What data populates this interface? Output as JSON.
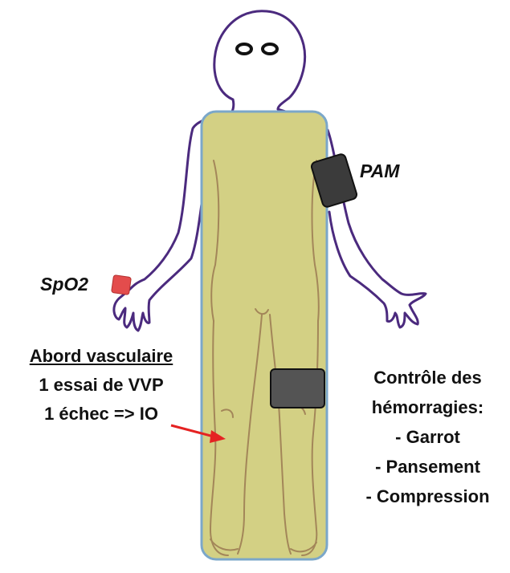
{
  "labels": {
    "pam": "PAM",
    "spo2": "SpO2"
  },
  "vascular_access": {
    "title": "Abord vasculaire",
    "line1": "1 essai de VVP",
    "line2": "1 échec => IO"
  },
  "hemorrhage_control": {
    "title_line1": "Contrôle des",
    "title_line2": "hémorragies:",
    "items": [
      "- Garrot",
      "- Pansement",
      "- Compression"
    ]
  },
  "colors": {
    "body_outline": "#4b2a7e",
    "blanket_fill": "#d3d084",
    "blanket_border": "#7ba7c9",
    "device_fill": "#3b3b3b",
    "spo2_sensor": "#e34c4c",
    "arrow": "#e52222"
  }
}
